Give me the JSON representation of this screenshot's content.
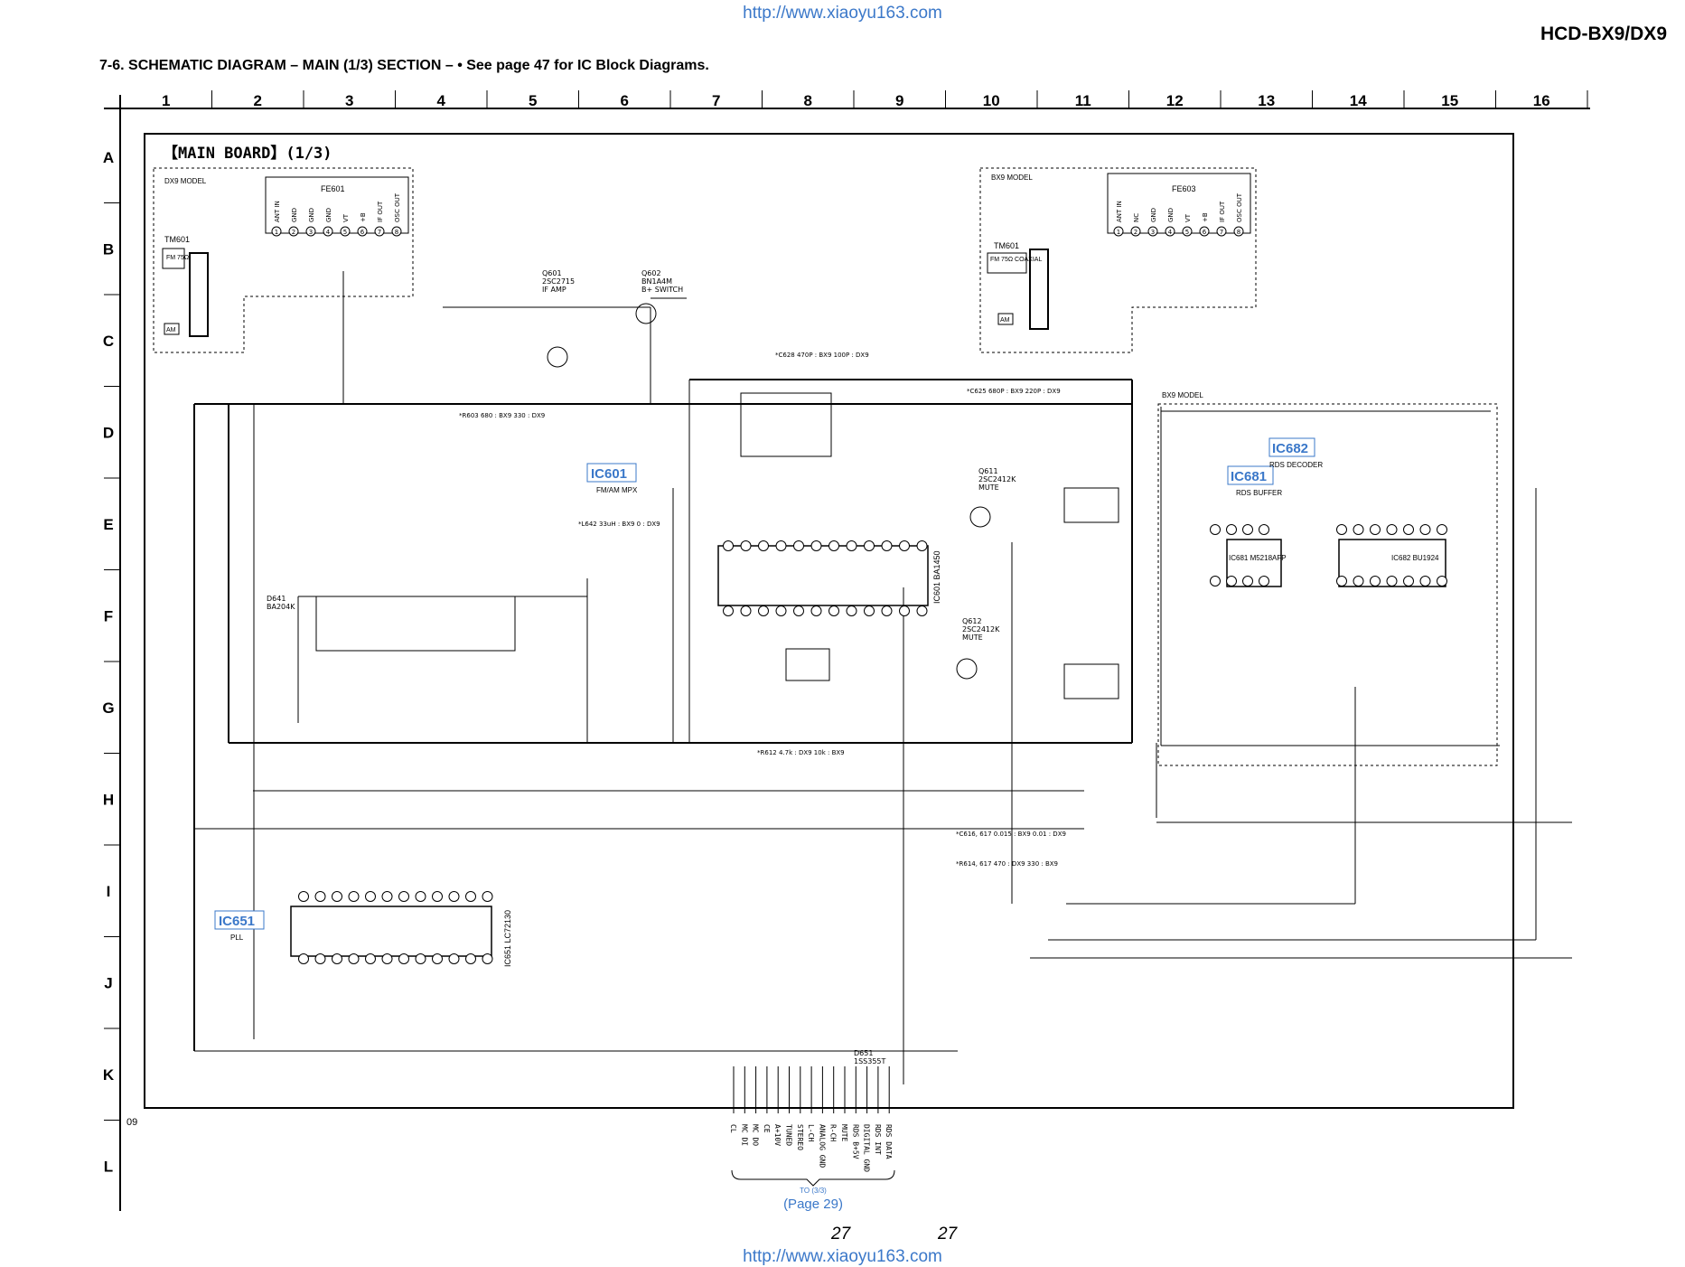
{
  "header": {
    "url_top": "http://www.xiaoyu163.com",
    "model": "HCD-BX9/DX9",
    "section_title": "7-6. SCHEMATIC DIAGRAM – MAIN (1/3) SECTION – • See page 47 for IC Block Diagrams."
  },
  "grid": {
    "columns": [
      "1",
      "2",
      "3",
      "4",
      "5",
      "6",
      "7",
      "8",
      "9",
      "10",
      "11",
      "12",
      "13",
      "14",
      "15",
      "16"
    ],
    "rows": [
      "A",
      "B",
      "C",
      "D",
      "E",
      "F",
      "G",
      "H",
      "I",
      "J",
      "K",
      "L"
    ]
  },
  "board": {
    "title": "【MAIN BOARD】(1/3)",
    "corner_code": "09"
  },
  "ics": [
    {
      "id": "IC601",
      "name": "IC601",
      "desc": "FM/AM MPX",
      "part": "IC601 BA1450"
    },
    {
      "id": "IC651",
      "name": "IC651",
      "desc": "PLL",
      "part": "IC651 LC72130"
    },
    {
      "id": "IC681",
      "name": "IC681",
      "desc": "RDS BUFFER",
      "part": "IC681 M5218AFP"
    },
    {
      "id": "IC682",
      "name": "IC682",
      "desc": "RDS DECODER",
      "part": "IC682 BU1924"
    }
  ],
  "tuner": {
    "dx9_label": "DX9 MODEL",
    "bx9_label": "BX9 MODEL",
    "fe601": "FE601",
    "fe603": "FE603",
    "tm601": "TM601",
    "fm_left": "FM 75Ω",
    "fm_right": "FM 75Ω COAXIAL",
    "am": "AM",
    "fe601_pins": [
      "ANT IN",
      "GND",
      "GND",
      "GND",
      "VT",
      "+B",
      "IF OUT",
      "OSC OUT"
    ],
    "fe603_pins": [
      "ANT IN",
      "NC",
      "GND",
      "GND",
      "VT",
      "+B",
      "IF OUT",
      "OSC OUT"
    ]
  },
  "transistors": [
    {
      "ref": "Q601",
      "part": "2SC2715",
      "role": "IF AMP"
    },
    {
      "ref": "Q602",
      "part": "BN1A4M",
      "role": "B+ SWITCH"
    },
    {
      "ref": "Q611",
      "part": "2SC2412K",
      "role": "MUTE"
    },
    {
      "ref": "Q612",
      "part": "2SC2412K",
      "role": "MUTE"
    },
    {
      "ref": "D641",
      "part": "BA204K",
      "role": ""
    },
    {
      "ref": "D651",
      "part": "1SS355T",
      "role": ""
    }
  ],
  "notes": [
    "*C628 470P : BX9 100P : DX9",
    "*R603 680 : BX9 330 : DX9",
    "*L642 33uH : BX9 0 : DX9",
    "*C625 680P : BX9 220P : DX9",
    "*C616, 617 0.015 : BX9 0.01 : DX9",
    "*R614, 617 470 : DX9 330 : BX9",
    "*R612 4.7k : DX9 10k : BX9"
  ],
  "connector": {
    "pins": [
      "CL",
      "MC DI",
      "MC DO",
      "CE",
      "A+10V",
      "TUNED",
      "STEREO",
      "L-CH",
      "ANALOG GND",
      "R-CH",
      "MUTE",
      "RDS B+5V",
      "DIGITAL GND",
      "RDS INT",
      "RDS DATA"
    ],
    "to_label": "TO (3/3)",
    "page_ref": "(Page 29)"
  },
  "footer": {
    "page_left": "27",
    "page_right": "27",
    "url_bottom": "http://www.xiaoyu163.com"
  }
}
